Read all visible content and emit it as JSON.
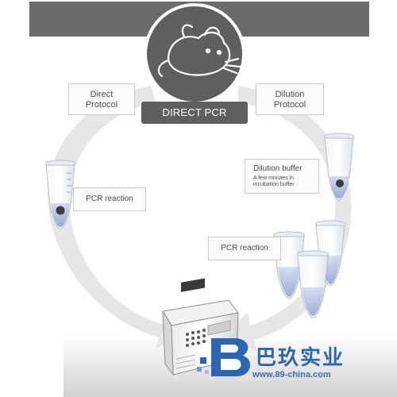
{
  "diagram": {
    "center_title": "DIRECT PCR",
    "left_protocol": {
      "line1": "Direct",
      "line2": "Protocol"
    },
    "right_protocol": {
      "line1": "Dilution",
      "line2": "Protocol"
    },
    "left_step": "PCR reaction",
    "dilution_step": {
      "title": "Dilution buffer",
      "note_line1": "A few minutes in",
      "note_line2": "incubation buffer"
    },
    "right_step": "PCR reaction"
  },
  "watermark": {
    "brand": "巴玖实业",
    "url": "www.89-china.com"
  },
  "colors": {
    "banner": "#6b6b6b",
    "circle_dark": "#5f5f5f",
    "arrow_gray": "#e4e4e4",
    "brand_blue": "#2b66b4"
  },
  "icons": [
    "mouse-icon",
    "tube-icon",
    "thermocycler-icon",
    "brand-b-icon"
  ]
}
